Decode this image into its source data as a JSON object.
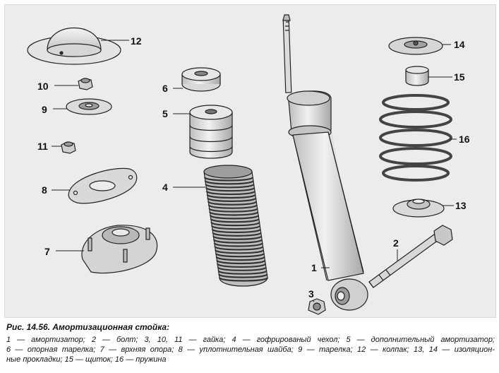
{
  "figure": {
    "callouts": [
      "12",
      "10",
      "9",
      "11",
      "8",
      "7",
      "6",
      "5",
      "4",
      "14",
      "15",
      "16",
      "13",
      "1",
      "2",
      "3"
    ],
    "caption_title": "Рис. 14.56. Амортизационная стойка:",
    "caption_lines": [
      "1 — амортизатор; 2 — болт; 3, 10, 11 — гайка; 4 — гофрированый чехол; 5 — дополнительный амортизатор;",
      "6 — опорная тарелка; 7 — врхняя опора; 8 — уплотнительная шайба; 9 — тарелка; 12 — колпак; 13, 14 — изоляцион-",
      "ные прокладки; 15 — щиток; 16 — пружина"
    ]
  }
}
